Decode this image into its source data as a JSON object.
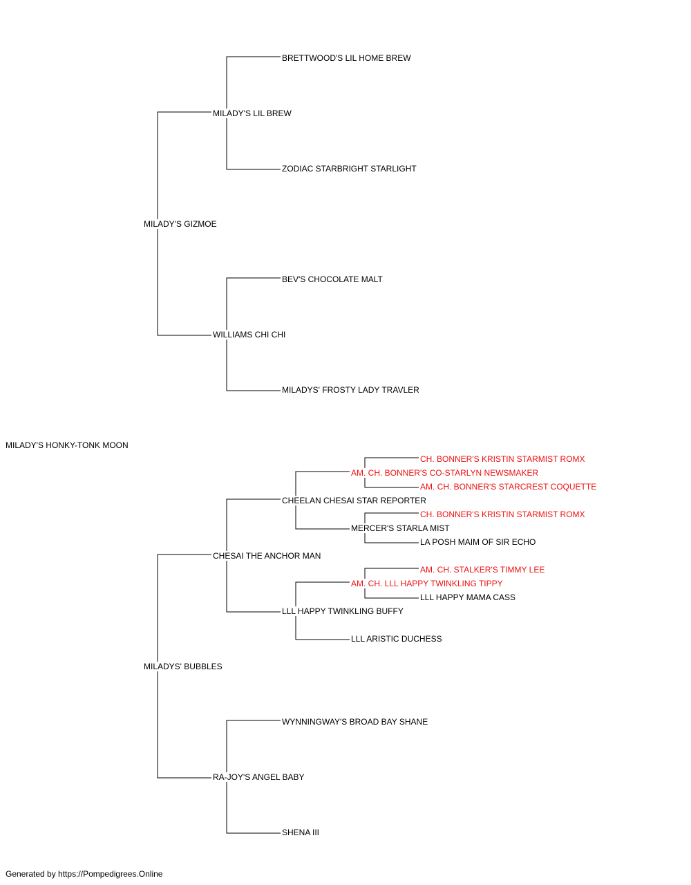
{
  "colors": {
    "text": "#000000",
    "champion": "#ee1111",
    "line": "#000000"
  },
  "pedigree": {
    "subject": "MILADY'S HONKY-TONK MOON",
    "sire": "MILADY'S GIZMOE",
    "sire_sire": "MILADY'S LIL BREW",
    "sire_sire_sire": "BRETTWOOD'S LIL HOME BREW",
    "sire_sire_dam": "ZODIAC STARBRIGHT STARLIGHT",
    "sire_dam": "WILLIAMS CHI CHI",
    "sire_dam_sire": "BEV'S CHOCOLATE MALT",
    "sire_dam_dam": "MILADYS' FROSTY LADY TRAVLER",
    "dam": "MILADYS' BUBBLES",
    "dam_sire": "CHESAI THE ANCHOR MAN",
    "dam_sire_sire": "CHEELAN CHESAI STAR REPORTER",
    "dam_sire_sire_sire": "AM. CH. BONNER'S CO-STARLYN NEWSMAKER",
    "dam_sire_sire_sire_sire": "CH. BONNER'S KRISTIN STARMIST ROMX",
    "dam_sire_sire_sire_dam": "AM. CH. BONNER'S STARCREST COQUETTE",
    "dam_sire_sire_dam": "MERCER'S STARLA MIST",
    "dam_sire_sire_dam_sire": "CH. BONNER'S KRISTIN STARMIST ROMX",
    "dam_sire_sire_dam_dam": "LA POSH MAIM OF SIR ECHO",
    "dam_sire_dam": "LLL HAPPY TWINKLING BUFFY",
    "dam_sire_dam_sire": "AM. CH. LLL HAPPY TWINKLING TIPPY",
    "dam_sire_dam_sire_sire": "AM. CH. STALKER'S TIMMY LEE",
    "dam_sire_dam_sire_dam": "LLL HAPPY MAMA CASS",
    "dam_sire_dam_dam": "LLL ARISTIC DUCHESS",
    "dam_dam": "RA-JOY'S ANGEL BABY",
    "dam_dam_sire": "WYNNINGWAY'S BROAD BAY SHANE",
    "dam_dam_dam": "SHENA III"
  },
  "footer": "Generated by https://Pompedigrees.Online"
}
